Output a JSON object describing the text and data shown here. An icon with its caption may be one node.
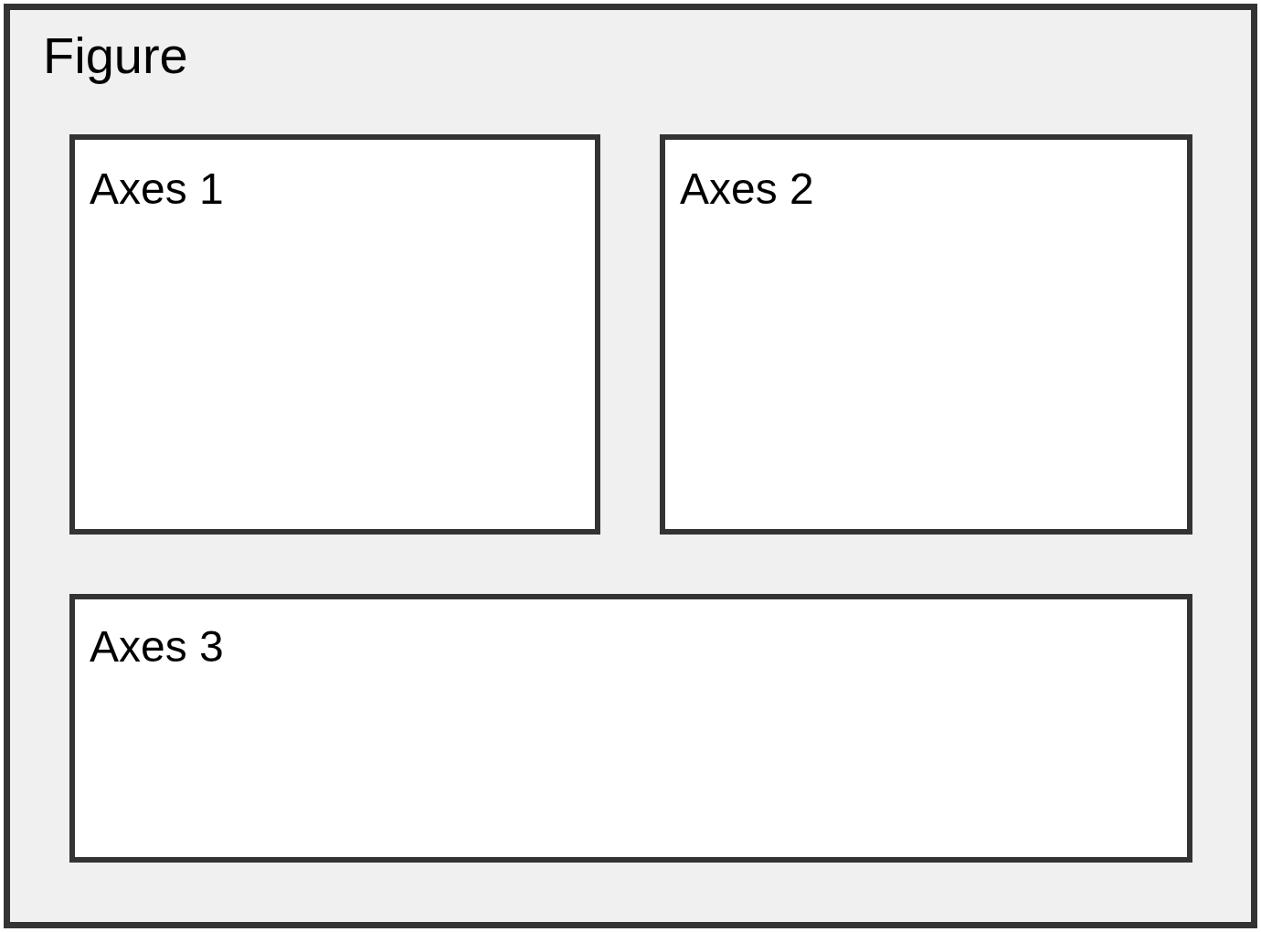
{
  "diagram": {
    "nodes": [
      {
        "text": [
          "Figure"
        ]
      },
      {
        "text": [
          "Axes 1"
        ],
        "in": 0
      },
      {
        "text": [
          "Axes 2"
        ],
        "in": 0
      },
      {
        "text": [
          "Axes 3"
        ],
        "in": 0
      }
    ]
  }
}
